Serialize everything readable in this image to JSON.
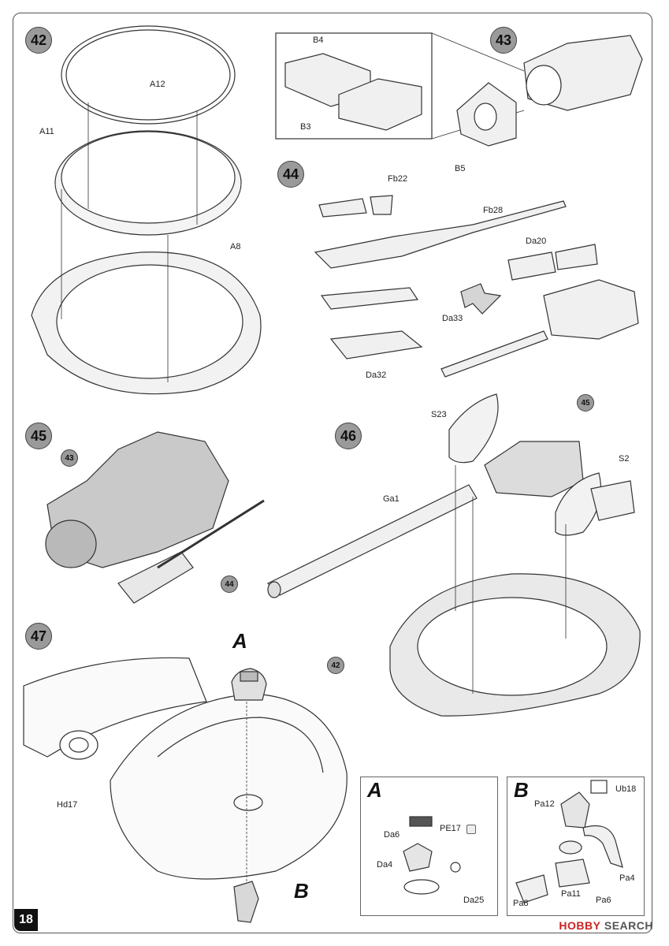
{
  "page_number": "18",
  "watermark": {
    "brand": "HOBBY",
    "suffix": "SEARCH"
  },
  "steps": {
    "s42": "42",
    "s43": "43",
    "s44": "44",
    "s45": "45",
    "s46": "46",
    "s47": "47"
  },
  "refs": {
    "r43": "43",
    "r44": "44",
    "r45": "45",
    "r42": "42"
  },
  "callouts": {
    "a": "A",
    "b": "B",
    "box_a": "A",
    "box_b": "B"
  },
  "labels": {
    "a12": "A12",
    "a11": "A11",
    "a8": "A8",
    "b4": "B4",
    "b3": "B3",
    "b5": "B5",
    "fb22": "Fb22",
    "fb28": "Fb28",
    "da20": "Da20",
    "da33": "Da33",
    "da32": "Da32",
    "s23": "S23",
    "s2": "S2",
    "ga1": "Ga1",
    "hd17": "Hd17",
    "pe17": "PE17",
    "da6": "Da6",
    "da4": "Da4",
    "da25": "Da25",
    "ub18": "Ub18",
    "pa12": "Pa12",
    "pa4": "Pa4",
    "pa8": "Pa8",
    "pa11": "Pa11",
    "pa6": "Pa6"
  }
}
